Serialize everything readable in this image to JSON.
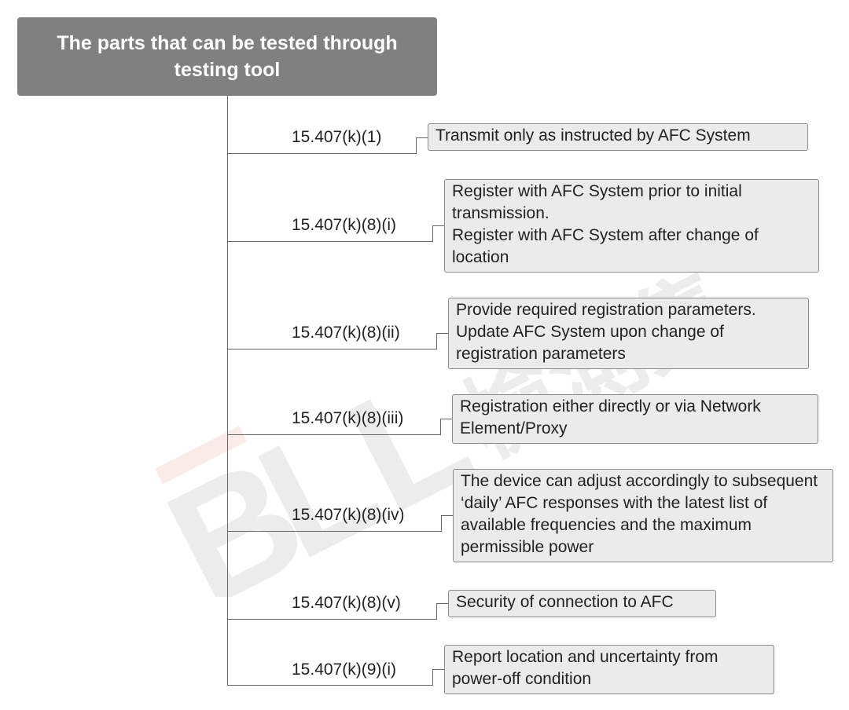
{
  "root": {
    "title": "The parts that can be tested through testing tool"
  },
  "watermark": {
    "text": "BLL檢測集團"
  },
  "branches": [
    {
      "code": "15.407(k)(1)",
      "text": "Transmit only as instructed by AFC System"
    },
    {
      "code": "15.407(k)(8)(i)",
      "text": "Register with AFC System prior to initial transmission.\nRegister with AFC System after change of location"
    },
    {
      "code": "15.407(k)(8)(ii)",
      "text": "Provide required registration parameters.\nUpdate AFC System upon change of registration parameters"
    },
    {
      "code": "15.407(k)(8)(iii)",
      "text": "Registration either directly or via Network Element/Proxy"
    },
    {
      "code": "15.407(k)(8)(iv)",
      "text": "The device can adjust accordingly to subsequent ‘daily’ AFC responses with the latest list of available frequencies and the maximum permissible power"
    },
    {
      "code": "15.407(k)(8)(v)",
      "text": "Security of connection to AFC"
    },
    {
      "code": "15.407(k)(9)(i)",
      "text": "Report location and uncertainty from power-off condition"
    }
  ]
}
